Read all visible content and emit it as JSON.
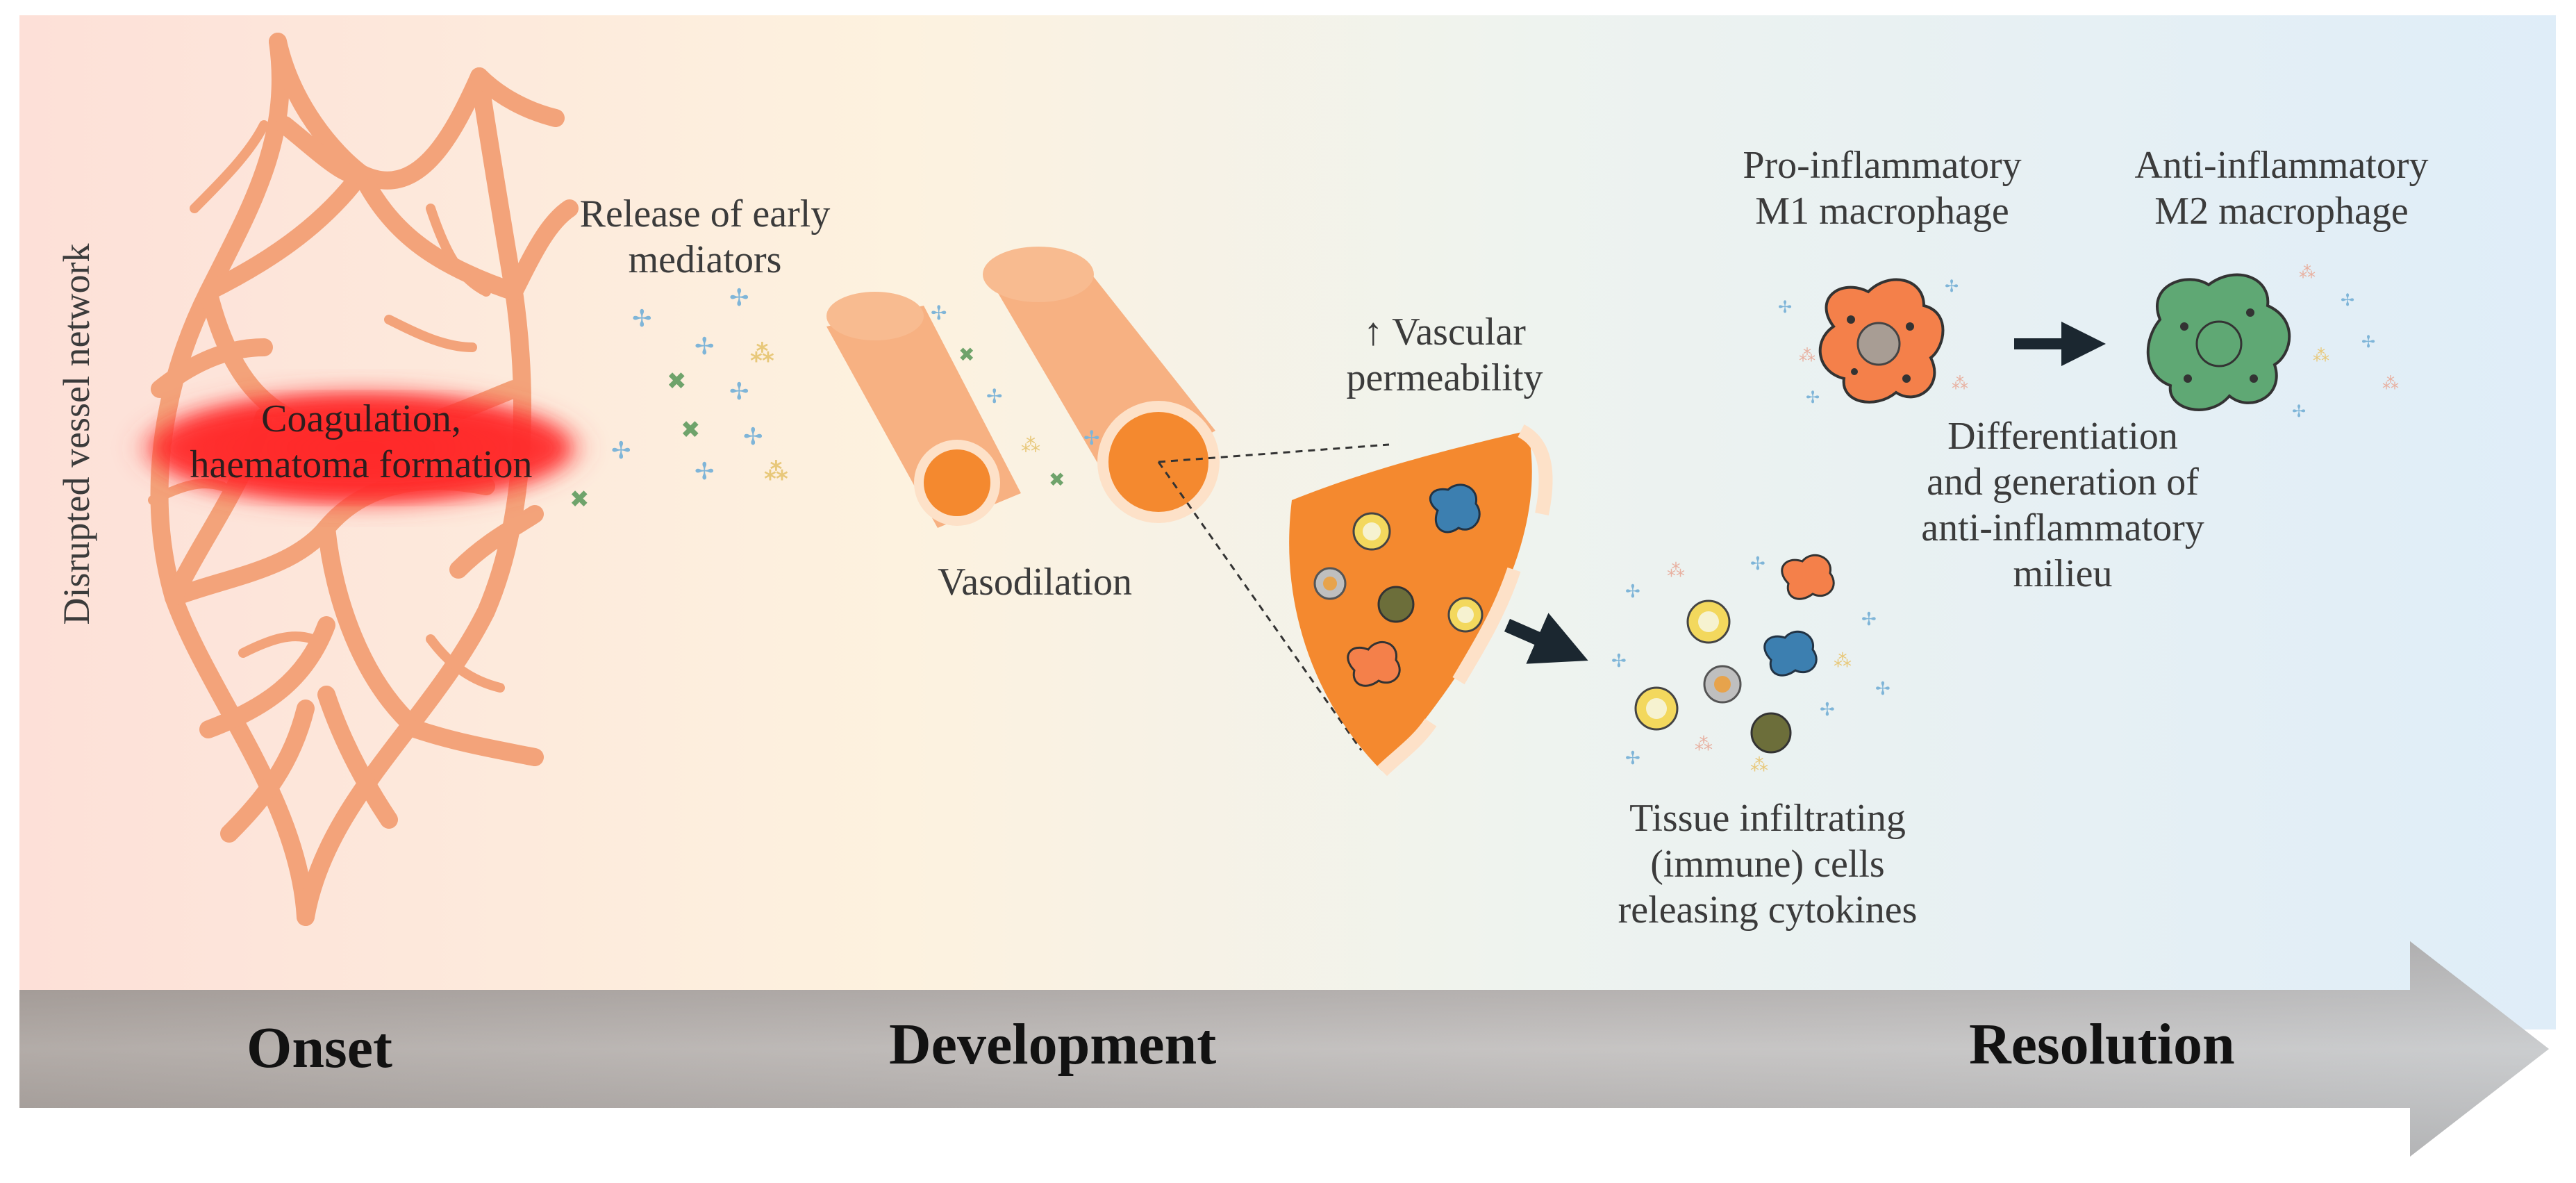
{
  "vessel": {
    "side_label": "Disrupted vessel network"
  },
  "labels": {
    "coagulation": "Coagulation,",
    "haematoma": "haematoma formation",
    "mediators_line1": "Release of early",
    "mediators_line2": "mediators",
    "vasodilation": "Vasodilation",
    "permeability_line1": "↑ Vascular",
    "permeability_line2": "permeability",
    "m1_line1": "Pro-inflammatory",
    "m1_line2": "M1 macrophage",
    "m2_line1": "Anti-inflammatory",
    "m2_line2": "M2 macrophage",
    "diff_line1": "Differentiation",
    "diff_line2": "and generation of",
    "diff_line3": "anti-inflammatory",
    "diff_line4": "milieu",
    "tissue_line1": "Tissue infiltrating",
    "tissue_line2": "(immune) cells",
    "tissue_line3": "releasing cytokines"
  },
  "stages": {
    "onset": "Onset",
    "development": "Development",
    "resolution": "Resolution"
  },
  "colors": {
    "vessel": "#f5a77a",
    "vessel_dark": "#d9774a",
    "haematoma": "#ff2a2a",
    "tube": "#f7b182",
    "lumen": "#f4892f",
    "m1_cell": "#f4804a",
    "m2_cell": "#5fa874",
    "arrow": "#1b2730",
    "bg_left": "#fde0d6",
    "bg_mid": "#fdf1da",
    "bg_right": "#e0eef7"
  }
}
